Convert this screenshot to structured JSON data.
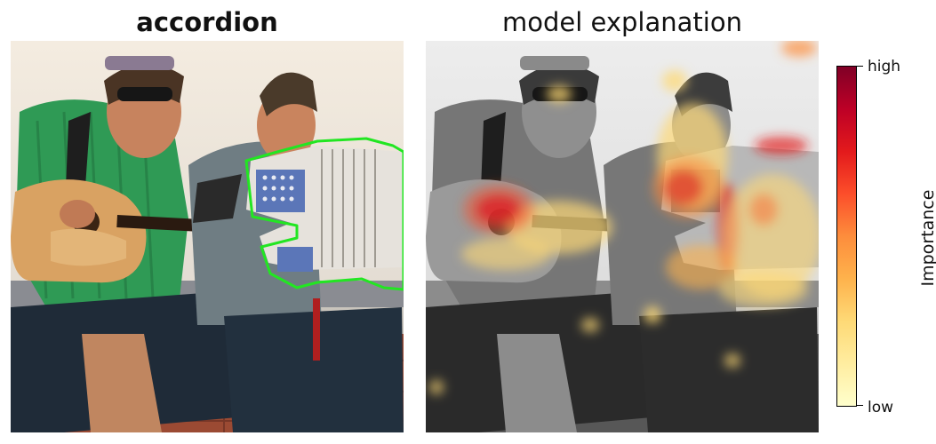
{
  "left_panel": {
    "title": "accordion",
    "outline_color": "#22e622"
  },
  "right_panel": {
    "title": "model explanation"
  },
  "colorbar": {
    "label": "Importance",
    "high_label": "high",
    "low_label": "low",
    "colors": [
      "#ffffcc",
      "#ffeda0",
      "#fed976",
      "#feb24c",
      "#fd8d3c",
      "#fc4e2a",
      "#e31a1c",
      "#bd0026",
      "#800026"
    ]
  }
}
